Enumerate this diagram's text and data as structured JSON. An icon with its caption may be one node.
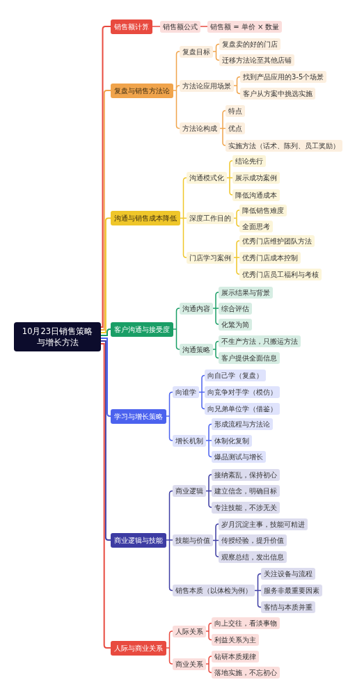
{
  "diagram": {
    "nodes": [
      {
        "text": [
          "10月23日销售策略与增长方法"
        ]
      },
      {
        "text": [
          "销售额计算"
        ]
      },
      {
        "text": [
          "销售额公式"
        ]
      },
      {
        "text": [
          "销售额 = 单价 × 数量"
        ]
      },
      {
        "text": [
          "复盘与销售方法论"
        ]
      },
      {
        "text": [
          "复盘目标"
        ]
      },
      {
        "text": [
          "复盘卖的好的门店"
        ]
      },
      {
        "text": [
          "迁移方法论至其他店铺"
        ]
      },
      {
        "text": [
          "方法论应用场景"
        ]
      },
      {
        "text": [
          "找到产品应用的3-5个场景"
        ]
      },
      {
        "text": [
          "客户从方案中挑选实施"
        ]
      },
      {
        "text": [
          "方法论构成"
        ]
      },
      {
        "text": [
          "特点"
        ]
      },
      {
        "text": [
          "优点"
        ]
      },
      {
        "text": [
          "实施方法（话术、陈列、员工奖励）"
        ]
      },
      {
        "text": [
          "沟通与销售成本降低"
        ]
      },
      {
        "text": [
          "沟通模式化"
        ]
      },
      {
        "text": [
          "结论先行"
        ]
      },
      {
        "text": [
          "展示成功案例"
        ]
      },
      {
        "text": [
          "降低沟通成本"
        ]
      },
      {
        "text": [
          "深度工作目的"
        ]
      },
      {
        "text": [
          "降低销售难度"
        ]
      },
      {
        "text": [
          "全面思考"
        ]
      },
      {
        "text": [
          "门店学习案例"
        ]
      },
      {
        "text": [
          "优秀门店维护团队方法"
        ]
      },
      {
        "text": [
          "优秀门店成本控制"
        ]
      },
      {
        "text": [
          "优秀门店员工福利与考核"
        ]
      },
      {
        "text": [
          "客户沟通与接受度"
        ]
      },
      {
        "text": [
          "沟通内容"
        ]
      },
      {
        "text": [
          "展示结果与背景"
        ]
      },
      {
        "text": [
          "综合评估"
        ]
      },
      {
        "text": [
          "化繁为简"
        ]
      },
      {
        "text": [
          "沟通策略"
        ]
      },
      {
        "text": [
          "不生产方法，只搬运方法"
        ]
      },
      {
        "text": [
          "客户提供全面信息"
        ]
      },
      {
        "text": [
          "学习与增长策略"
        ]
      },
      {
        "text": [
          "向谁学"
        ]
      },
      {
        "text": [
          "向自己学（复盘）"
        ]
      },
      {
        "text": [
          "向竞争对手学（模仿）"
        ]
      },
      {
        "text": [
          "向兄弟单位学（借鉴）"
        ]
      },
      {
        "text": [
          "增长机制"
        ]
      },
      {
        "text": [
          "形成流程与方法论"
        ]
      },
      {
        "text": [
          "体制化复制"
        ]
      },
      {
        "text": [
          "爆品测试与增长"
        ]
      },
      {
        "text": [
          "商业逻辑与技能"
        ]
      },
      {
        "text": [
          "商业逻辑"
        ]
      },
      {
        "text": [
          "接纳紊乱，保持初心"
        ]
      },
      {
        "text": [
          "建立信念，明确目标"
        ]
      },
      {
        "text": [
          "专注技能，不涉无关"
        ]
      },
      {
        "text": [
          "技能与价值"
        ]
      },
      {
        "text": [
          "岁月沉淀主事，技能可精进"
        ]
      },
      {
        "text": [
          "传授经验，提升价值"
        ]
      },
      {
        "text": [
          "观察总结，发出信息"
        ]
      },
      {
        "text": [
          "销售本质（以体检为例）"
        ]
      },
      {
        "text": [
          "关注设备与流程"
        ]
      },
      {
        "text": [
          "服务非最重要因素"
        ]
      },
      {
        "text": [
          "客情与本质并重"
        ]
      },
      {
        "text": [
          "人际与商业关系"
        ]
      },
      {
        "text": [
          "人际关系"
        ]
      },
      {
        "text": [
          "向上交往，看淡事物"
        ]
      },
      {
        "text": [
          "利益关系为主"
        ]
      },
      {
        "text": [
          "商业关系"
        ]
      },
      {
        "text": [
          "钻研本质规律"
        ]
      },
      {
        "text": [
          "落地实施，不忘初心"
        ]
      }
    ],
    "edges": [
      {
        "from": 0,
        "to": 1,
        "arrow": "none",
        "color": "#e84a3f"
      },
      {
        "from": 1,
        "to": 2,
        "arrow": "none",
        "color": "#e84a3f"
      },
      {
        "from": 2,
        "to": 3,
        "arrow": "none",
        "color": "#e84a3f"
      },
      {
        "from": 0,
        "to": 4,
        "arrow": "none",
        "color": "#f0a44c"
      },
      {
        "from": 4,
        "to": 5,
        "arrow": "none",
        "color": "#f0a44c"
      },
      {
        "from": 5,
        "to": 6,
        "arrow": "none",
        "color": "#f0a44c"
      },
      {
        "from": 5,
        "to": 7,
        "arrow": "none",
        "color": "#f0a44c"
      },
      {
        "from": 4,
        "to": 8,
        "arrow": "none",
        "color": "#f0a44c"
      },
      {
        "from": 8,
        "to": 9,
        "arrow": "none",
        "color": "#f0a44c"
      },
      {
        "from": 8,
        "to": 10,
        "arrow": "none",
        "color": "#f0a44c"
      },
      {
        "from": 4,
        "to": 11,
        "arrow": "none",
        "color": "#f0a44c"
      },
      {
        "from": 11,
        "to": 12,
        "arrow": "none",
        "color": "#f0a44c"
      },
      {
        "from": 11,
        "to": 13,
        "arrow": "none",
        "color": "#f0a44c"
      },
      {
        "from": 11,
        "to": 14,
        "arrow": "none",
        "color": "#f0a44c"
      },
      {
        "from": 0,
        "to": 15,
        "arrow": "none",
        "color": "#efc62a"
      },
      {
        "from": 15,
        "to": 16,
        "arrow": "none",
        "color": "#efc62a"
      },
      {
        "from": 16,
        "to": 17,
        "arrow": "none",
        "color": "#efc62a"
      },
      {
        "from": 16,
        "to": 18,
        "arrow": "none",
        "color": "#efc62a"
      },
      {
        "from": 16,
        "to": 19,
        "arrow": "none",
        "color": "#efc62a"
      },
      {
        "from": 15,
        "to": 20,
        "arrow": "none",
        "color": "#efc62a"
      },
      {
        "from": 20,
        "to": 21,
        "arrow": "none",
        "color": "#efc62a"
      },
      {
        "from": 20,
        "to": 22,
        "arrow": "none",
        "color": "#efc62a"
      },
      {
        "from": 15,
        "to": 23,
        "arrow": "none",
        "color": "#efc62a"
      },
      {
        "from": 23,
        "to": 24,
        "arrow": "none",
        "color": "#efc62a"
      },
      {
        "from": 23,
        "to": 25,
        "arrow": "none",
        "color": "#efc62a"
      },
      {
        "from": 23,
        "to": 26,
        "arrow": "none",
        "color": "#efc62a"
      },
      {
        "from": 0,
        "to": 27,
        "arrow": "none",
        "color": "#1a9e66"
      },
      {
        "from": 27,
        "to": 28,
        "arrow": "none",
        "color": "#1a9e66"
      },
      {
        "from": 28,
        "to": 29,
        "arrow": "none",
        "color": "#1a9e66"
      },
      {
        "from": 28,
        "to": 30,
        "arrow": "none",
        "color": "#1a9e66"
      },
      {
        "from": 28,
        "to": 31,
        "arrow": "none",
        "color": "#1a9e66"
      },
      {
        "from": 27,
        "to": 32,
        "arrow": "none",
        "color": "#1a9e66"
      },
      {
        "from": 32,
        "to": 33,
        "arrow": "none",
        "color": "#1a9e66"
      },
      {
        "from": 32,
        "to": 34,
        "arrow": "none",
        "color": "#1a9e66"
      },
      {
        "from": 0,
        "to": 35,
        "arrow": "none",
        "color": "#4b62ee"
      },
      {
        "from": 35,
        "to": 36,
        "arrow": "none",
        "color": "#4b62ee"
      },
      {
        "from": 36,
        "to": 37,
        "arrow": "none",
        "color": "#4b62ee"
      },
      {
        "from": 36,
        "to": 38,
        "arrow": "none",
        "color": "#4b62ee"
      },
      {
        "from": 36,
        "to": 39,
        "arrow": "none",
        "color": "#4b62ee"
      },
      {
        "from": 35,
        "to": 40,
        "arrow": "none",
        "color": "#4b62ee"
      },
      {
        "from": 40,
        "to": 41,
        "arrow": "none",
        "color": "#4b62ee"
      },
      {
        "from": 40,
        "to": 42,
        "arrow": "none",
        "color": "#4b62ee"
      },
      {
        "from": 40,
        "to": 43,
        "arrow": "none",
        "color": "#4b62ee"
      },
      {
        "from": 0,
        "to": 44,
        "arrow": "none",
        "color": "#3d3ca3"
      },
      {
        "from": 44,
        "to": 45,
        "arrow": "none",
        "color": "#3d3ca3"
      },
      {
        "from": 45,
        "to": 46,
        "arrow": "none",
        "color": "#3d3ca3"
      },
      {
        "from": 45,
        "to": 47,
        "arrow": "none",
        "color": "#3d3ca3"
      },
      {
        "from": 45,
        "to": 48,
        "arrow": "none",
        "color": "#3d3ca3"
      },
      {
        "from": 44,
        "to": 49,
        "arrow": "none",
        "color": "#3d3ca3"
      },
      {
        "from": 49,
        "to": 50,
        "arrow": "none",
        "color": "#3d3ca3"
      },
      {
        "from": 49,
        "to": 51,
        "arrow": "none",
        "color": "#3d3ca3"
      },
      {
        "from": 49,
        "to": 52,
        "arrow": "none",
        "color": "#3d3ca3"
      },
      {
        "from": 44,
        "to": 53,
        "arrow": "none",
        "color": "#3d3ca3"
      },
      {
        "from": 53,
        "to": 54,
        "arrow": "none",
        "color": "#3d3ca3"
      },
      {
        "from": 53,
        "to": 55,
        "arrow": "none",
        "color": "#3d3ca3"
      },
      {
        "from": 53,
        "to": 56,
        "arrow": "none",
        "color": "#3d3ca3"
      },
      {
        "from": 0,
        "to": 57,
        "arrow": "none",
        "color": "#e84a3f"
      },
      {
        "from": 57,
        "to": 58,
        "arrow": "none",
        "color": "#e84a3f"
      },
      {
        "from": 58,
        "to": 59,
        "arrow": "none",
        "color": "#e84a3f"
      },
      {
        "from": 58,
        "to": 60,
        "arrow": "none",
        "color": "#e84a3f"
      },
      {
        "from": 57,
        "to": 61,
        "arrow": "none",
        "color": "#e84a3f"
      },
      {
        "from": 61,
        "to": 62,
        "arrow": "none",
        "color": "#e84a3f"
      },
      {
        "from": 61,
        "to": 63,
        "arrow": "none",
        "color": "#e84a3f"
      }
    ]
  }
}
